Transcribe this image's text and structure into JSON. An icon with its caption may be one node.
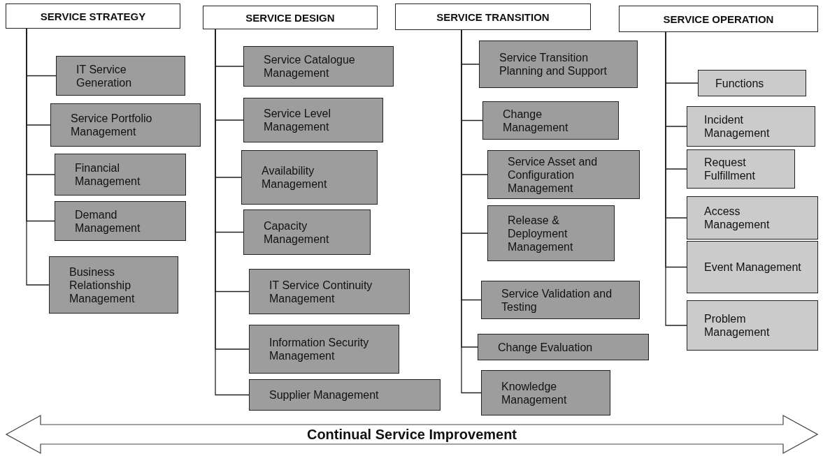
{
  "diagram": {
    "nodes": [
      {
        "text": [
          "SERVICE STRATEGY"
        ]
      },
      {
        "text": [
          "IT Service Generation"
        ]
      },
      {
        "text": [
          "Service Portfolio Management"
        ]
      },
      {
        "text": [
          "Financial Management"
        ]
      },
      {
        "text": [
          "Demand Management"
        ]
      },
      {
        "text": [
          "Business Relationship Management"
        ]
      },
      {
        "text": [
          "SERVICE DESIGN"
        ]
      },
      {
        "text": [
          "Service Catalogue Management"
        ]
      },
      {
        "text": [
          "Service Level Management"
        ]
      },
      {
        "text": [
          "Availability Management"
        ]
      },
      {
        "text": [
          "Capacity Management"
        ]
      },
      {
        "text": [
          "IT Service Continuity Management"
        ]
      },
      {
        "text": [
          "Information Security Management"
        ]
      },
      {
        "text": [
          "Supplier Management"
        ]
      },
      {
        "text": [
          "SERVICE TRANSITION"
        ]
      },
      {
        "text": [
          "Service Transition Planning and Support"
        ]
      },
      {
        "text": [
          "Change Management"
        ]
      },
      {
        "text": [
          "Service Asset and Configuration Management"
        ]
      },
      {
        "text": [
          "Release & Deployment Management"
        ]
      },
      {
        "text": [
          "Service Validation and Testing"
        ]
      },
      {
        "text": [
          "Change Evaluation"
        ]
      },
      {
        "text": [
          "Knowledge Management"
        ]
      },
      {
        "text": [
          "SERVICE OPERATION"
        ]
      },
      {
        "text": [
          "Functions"
        ]
      },
      {
        "text": [
          "Incident Management"
        ]
      },
      {
        "text": [
          "Request Fulfillment"
        ]
      },
      {
        "text": [
          "Access Management"
        ]
      },
      {
        "text": [
          "Event Management"
        ]
      },
      {
        "text": [
          "Problem Management"
        ]
      },
      {
        "text": [
          "Continual Service Improvement"
        ]
      }
    ],
    "edges": [
      {
        "from": 0,
        "to": 1,
        "arrow": "none"
      },
      {
        "from": 0,
        "to": 2,
        "arrow": "none"
      },
      {
        "from": 0,
        "to": 3,
        "arrow": "none"
      },
      {
        "from": 0,
        "to": 4,
        "arrow": "none"
      },
      {
        "from": 0,
        "to": 5,
        "arrow": "none"
      },
      {
        "from": 6,
        "to": 7,
        "arrow": "none"
      },
      {
        "from": 6,
        "to": 8,
        "arrow": "none"
      },
      {
        "from": 6,
        "to": 9,
        "arrow": "none"
      },
      {
        "from": 6,
        "to": 10,
        "arrow": "none"
      },
      {
        "from": 6,
        "to": 11,
        "arrow": "none"
      },
      {
        "from": 6,
        "to": 12,
        "arrow": "none"
      },
      {
        "from": 6,
        "to": 13,
        "arrow": "none"
      },
      {
        "from": 14,
        "to": 15,
        "arrow": "none"
      },
      {
        "from": 14,
        "to": 16,
        "arrow": "none"
      },
      {
        "from": 14,
        "to": 17,
        "arrow": "none"
      },
      {
        "from": 14,
        "to": 18,
        "arrow": "none"
      },
      {
        "from": 14,
        "to": 19,
        "arrow": "none"
      },
      {
        "from": 14,
        "to": 20,
        "arrow": "none"
      },
      {
        "from": 14,
        "to": 21,
        "arrow": "none"
      },
      {
        "from": 22,
        "to": 23,
        "arrow": "none"
      },
      {
        "from": 22,
        "to": 24,
        "arrow": "none"
      },
      {
        "from": 22,
        "to": 25,
        "arrow": "none"
      },
      {
        "from": 22,
        "to": 26,
        "arrow": "none"
      },
      {
        "from": 22,
        "to": 27,
        "arrow": "none"
      },
      {
        "from": 22,
        "to": 28,
        "arrow": "none"
      }
    ]
  }
}
